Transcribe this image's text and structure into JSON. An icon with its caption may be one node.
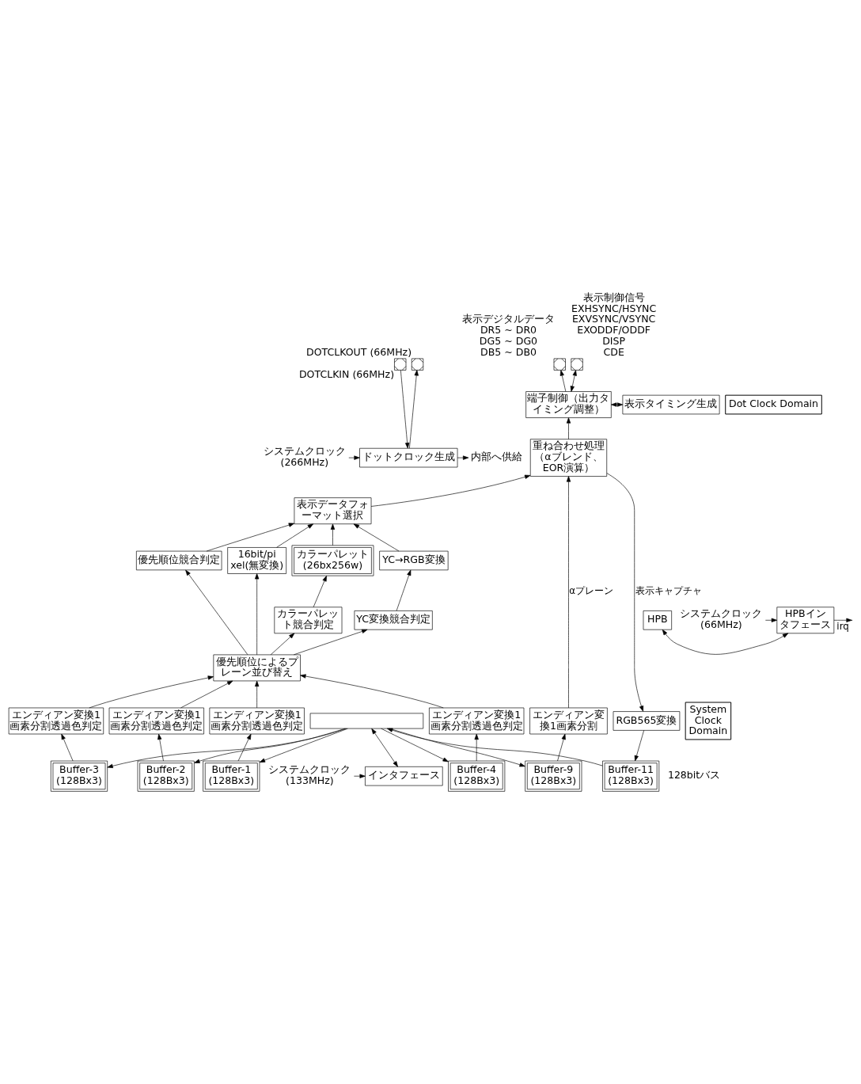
{
  "diagram": {
    "nodes": [
      {
        "text": [],
        "shape": "box",
        "beside": [
          "DOTCLKIN (66MHz)"
        ]
      },
      {
        "text": [],
        "shape": "box",
        "beside": [
          "DOTCLKOUT (66MHz)"
        ]
      },
      {
        "text": [],
        "shape": "box",
        "beside": [
          "表示デジタルデータ",
          "DR5 ~ DR0",
          "DG5 ~ DG0",
          "DB5 ~ DB0"
        ]
      },
      {
        "text": [],
        "shape": "box",
        "beside": [
          "表示制御信号",
          "EXHSYNC/HSYNC",
          "EXVSYNC/VSYNC",
          "EXODDF/ODDF",
          "DISP",
          "CDE"
        ]
      },
      {
        "text": [
          "Dot Clock Domain"
        ]
      },
      {
        "text": [
          "ドットクロック生成"
        ]
      },
      {
        "text": [
          "端子制御（出力タイミング調整）"
        ]
      },
      {
        "text": [
          "表示タイミング生成"
        ]
      },
      {
        "text": [
          "重ね合わせ処理（αブレンド、EOR演算）"
        ]
      },
      {
        "text": [
          "表示データフォーマット選択"
        ]
      },
      {
        "text": [
          "HPB"
        ]
      },
      {
        "text": [
          "HPBインタフェース"
        ]
      },
      {
        "text": [
          "優先順位競合判定"
        ]
      },
      {
        "text": [
          "16bit/pixel(無変換)"
        ]
      },
      {
        "text": [
          "カラーパレット (26bx256w)"
        ]
      },
      {
        "text": [
          "YC→RGB変換"
        ]
      },
      {
        "text": [
          "カラーパレット競合判定"
        ]
      },
      {
        "text": [
          "YC変換競合判定"
        ]
      },
      {
        "text": [
          "優先順位によるプレーン並び替え"
        ]
      },
      {
        "text": [
          "エンディアン変換1画素分割透過色判定"
        ]
      },
      {
        "text": [
          "エンディアン変換1画素分割透過色判定"
        ]
      },
      {
        "text": [
          "エンディアン変換1画素分割透過色判定"
        ]
      },
      {
        "text": [
          "エンディアン変換1画素分割透過色判定"
        ]
      },
      {
        "text": [
          "エンディアン変換1画素分割"
        ]
      },
      {
        "text": [
          "RGB565変換"
        ]
      },
      {
        "text": [
          "System Clock Domain"
        ]
      },
      {
        "text": [
          "インタフェース"
        ]
      },
      {
        "text": [
          "Buffer-1 (128Bx3)"
        ]
      },
      {
        "text": [
          "Buffer-2 (128Bx3)"
        ]
      },
      {
        "text": [
          "Buffer-3 (128Bx3)"
        ]
      },
      {
        "text": [
          "Buffer-4 (128Bx3)"
        ]
      },
      {
        "text": [
          "Buffer-9 (128Bx3)"
        ]
      },
      {
        "text": [
          "Buffer-11 (128Bx3)"
        ]
      },
      {
        "text": [],
        "shape": "bar"
      },
      {
        "text": [
          "システムクロック (266MHz)"
        ]
      },
      {
        "text": [
          "システムクロック (66MHz)"
        ]
      },
      {
        "text": [
          "システムクロック (133MHz)"
        ]
      },
      {
        "text": [
          "内部へ供給"
        ]
      }
    ],
    "edges": [
      {
        "from": 0,
        "to": 5,
        "arrow": "to"
      },
      {
        "from": 5,
        "to": 1,
        "arrow": "to"
      },
      {
        "from": 5,
        "to": 37,
        "arrow": "to"
      },
      {
        "from": 6,
        "to": 2,
        "arrow": "to"
      },
      {
        "from": 6,
        "to": 3,
        "arrow": "both"
      },
      {
        "from": 6,
        "to": 7,
        "arrow": "both"
      },
      {
        "from": 8,
        "to": 6,
        "arrow": "to"
      },
      {
        "from": 8,
        "to": 24,
        "arrow": "to",
        "label": "表示キャプチャ"
      },
      {
        "from": 9,
        "to": 8,
        "arrow": "to"
      },
      {
        "from": 12,
        "to": 9,
        "arrow": "to"
      },
      {
        "from": 13,
        "to": 9,
        "arrow": "to"
      },
      {
        "from": 14,
        "to": 9,
        "arrow": "to"
      },
      {
        "from": 15,
        "to": 9,
        "arrow": "to"
      },
      {
        "from": 16,
        "to": 14,
        "arrow": "to"
      },
      {
        "from": 17,
        "to": 15,
        "arrow": "to"
      },
      {
        "from": 18,
        "to": 12,
        "arrow": "to"
      },
      {
        "from": 18,
        "to": 13,
        "arrow": "to"
      },
      {
        "from": 18,
        "to": 16,
        "arrow": "to"
      },
      {
        "from": 18,
        "to": 17,
        "arrow": "to"
      },
      {
        "from": 19,
        "to": 18,
        "arrow": "to"
      },
      {
        "from": 20,
        "to": 18,
        "arrow": "to"
      },
      {
        "from": 21,
        "to": 18,
        "arrow": "to"
      },
      {
        "from": 22,
        "to": 18,
        "arrow": "to"
      },
      {
        "from": 23,
        "to": 8,
        "arrow": "to",
        "label": "αプレーン"
      },
      {
        "from": 27,
        "to": 19,
        "arrow": "to"
      },
      {
        "from": 28,
        "to": 20,
        "arrow": "to"
      },
      {
        "from": 29,
        "to": 21,
        "arrow": "to"
      },
      {
        "from": 30,
        "to": 22,
        "arrow": "to"
      },
      {
        "from": 31,
        "to": 23,
        "arrow": "to"
      },
      {
        "from": 24,
        "to": 32,
        "arrow": "to"
      },
      {
        "from": 33,
        "to": 27,
        "arrow": "to"
      },
      {
        "from": 33,
        "to": 28,
        "arrow": "to"
      },
      {
        "from": 33,
        "to": 29,
        "arrow": "to"
      },
      {
        "from": 33,
        "to": 30,
        "arrow": "to"
      },
      {
        "from": 33,
        "to": 31,
        "arrow": "to"
      },
      {
        "from": 32,
        "to": 33,
        "arrow": "to"
      },
      {
        "from": 33,
        "to": 26,
        "arrow": "both"
      },
      {
        "from": 10,
        "to": 11,
        "arrow": "both"
      },
      {
        "from": 11,
        "to": null,
        "arrow": "to",
        "label": "irq"
      },
      {
        "from": 34,
        "to": 5,
        "arrow": "to"
      },
      {
        "from": 35,
        "to": 11,
        "arrow": "to"
      },
      {
        "from": 36,
        "to": 26,
        "arrow": "to"
      }
    ],
    "labels": [
      "128bitバス"
    ]
  }
}
